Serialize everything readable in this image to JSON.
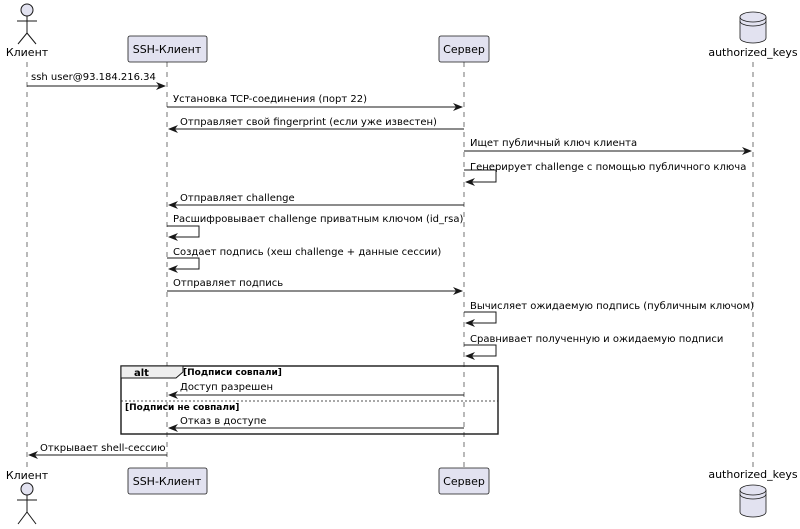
{
  "participants": {
    "client": "Клиент",
    "ssh_client": "SSH-Клиент",
    "server": "Сервер",
    "authorized_keys": "authorized_keys"
  },
  "messages": [
    "ssh user@93.184.216.34",
    "Установка TCP-соединения (порт 22)",
    "Отправляет свой fingerprint (если уже известен)",
    "Ищет публичный ключ клиента",
    "Генерирует challenge с помощью публичного ключа",
    "Отправляет challenge",
    "Расшифровывает challenge приватным ключом (id_rsa)",
    "Создает подпись (хеш challenge + данные сессии)",
    "Отправляет подпись",
    "Вычисляет ожидаемую подпись (публичным ключом)",
    "Сравнивает полученную и ожидаемую подписи",
    "Доступ разрешен",
    "Отказ в доступе",
    "Открывает shell-сессию"
  ],
  "alt_frame": {
    "tag": "alt",
    "guard_1": "[Подписи совпали]",
    "guard_2": "[Подписи не совпали]"
  },
  "colors": {
    "participant_fill": "#e2e2f0",
    "participant_border": "#181818",
    "lifeline": "#181818",
    "text": "#000000"
  }
}
